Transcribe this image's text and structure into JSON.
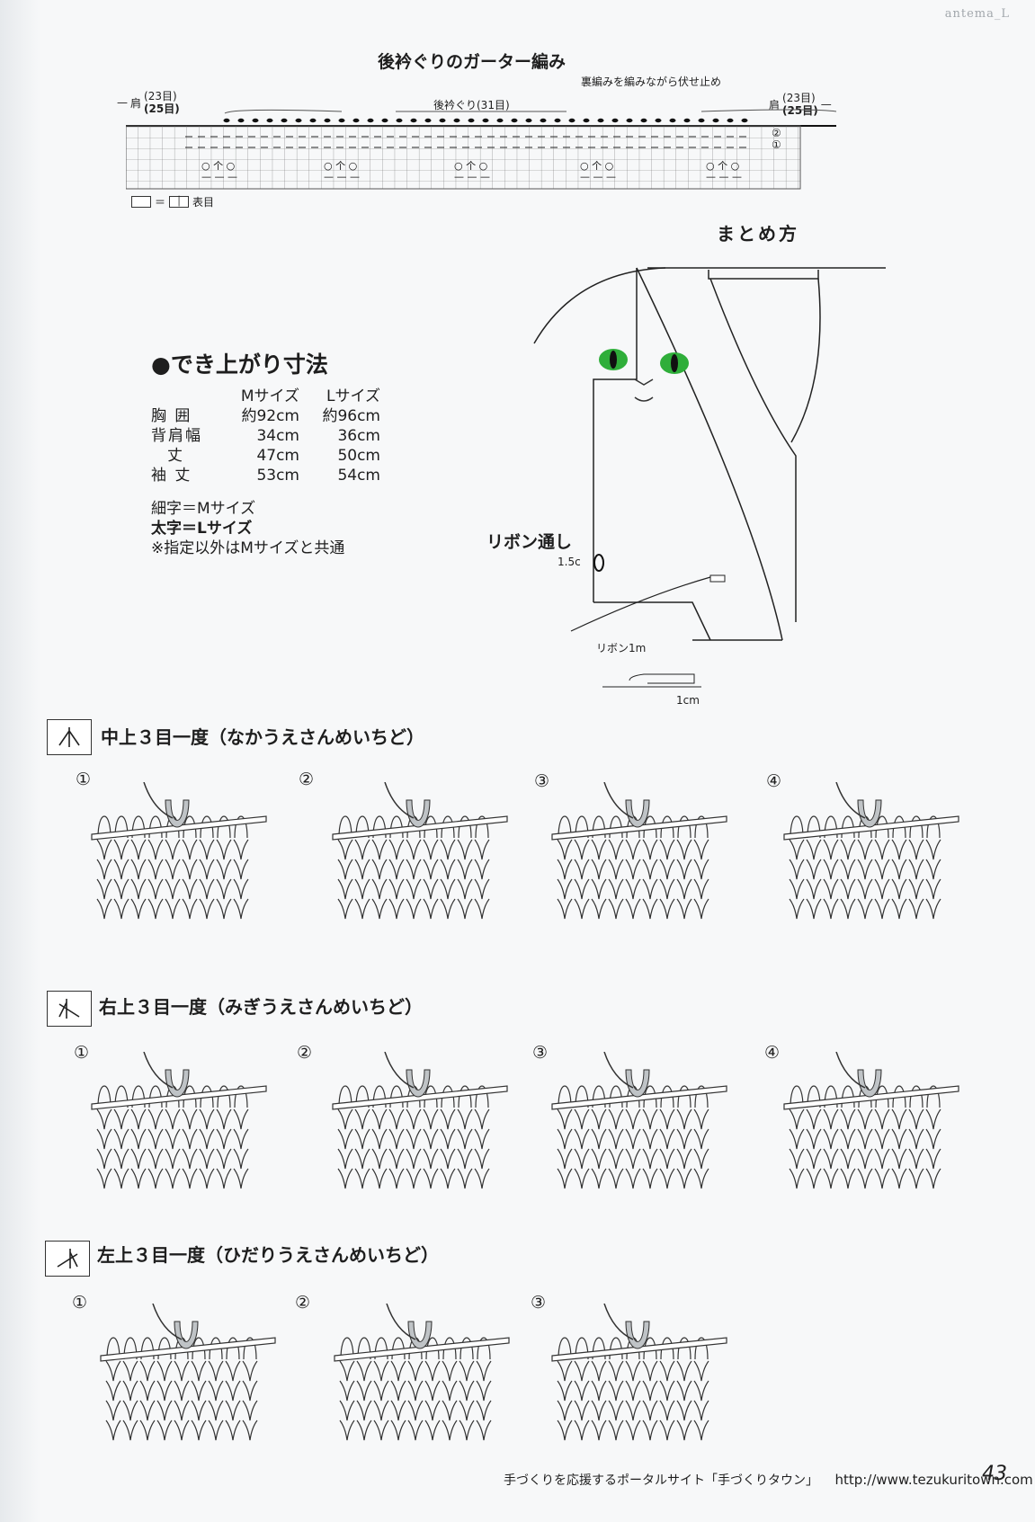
{
  "watermark": "antema_L",
  "chart": {
    "title": "後衿ぐりのガーター編み",
    "note_purl_bindoff": "裏編みを編みながら伏せ止め",
    "shoulder_left": {
      "label": "肩",
      "m": "(23目)",
      "l": "(25目)"
    },
    "neck_center": "後衿ぐり(31目)",
    "shoulder_right": {
      "label": "肩",
      "m": "(23目)",
      "l": "(25目)"
    },
    "row_markers": [
      "②",
      "①"
    ],
    "legend_text": "表目"
  },
  "matome": {
    "title": "まとめ方",
    "ribbon_label": "リボン通し",
    "ribbon_length": "リボン1m",
    "measure_1cm": "1cm",
    "measure_1_5": "1.5c"
  },
  "dimensions": {
    "title": "●でき上がり寸法",
    "col_m": "Mサイズ",
    "col_l": "Lサイズ",
    "rows": [
      {
        "label": "胸 囲",
        "m": "約92cm",
        "l": "約96cm"
      },
      {
        "label": "背肩幅",
        "m": "34cm",
        "l": "36cm"
      },
      {
        "label": "丈",
        "m": "47cm",
        "l": "50cm"
      },
      {
        "label": "袖 丈",
        "m": "53cm",
        "l": "54cm"
      }
    ],
    "notes": [
      "細字＝Mサイズ",
      "太字＝Lサイズ",
      "※指定以外はMサイズと共通"
    ]
  },
  "sections": [
    {
      "title": "中上３目一度（なかうえさんめいちど）",
      "steps": [
        "①",
        "②",
        "③",
        "④"
      ],
      "symbol": "center"
    },
    {
      "title": "右上３目一度（みぎうえさんめいちど）",
      "steps": [
        "①",
        "②",
        "③",
        "④"
      ],
      "symbol": "right"
    },
    {
      "title": "左上３目一度（ひだりうえさんめいちど）",
      "steps": [
        "①",
        "②",
        "③"
      ],
      "symbol": "left"
    }
  ],
  "footer": {
    "text": "手づくりを応援するポータルサイト「手づくりタウン」",
    "url": "http://www.tezukuritown.com",
    "page": "43"
  },
  "colors": {
    "ink": "#1e1e1e",
    "yarn_fill": "#bfc3c6",
    "cat_eye": "#2fae3a"
  }
}
